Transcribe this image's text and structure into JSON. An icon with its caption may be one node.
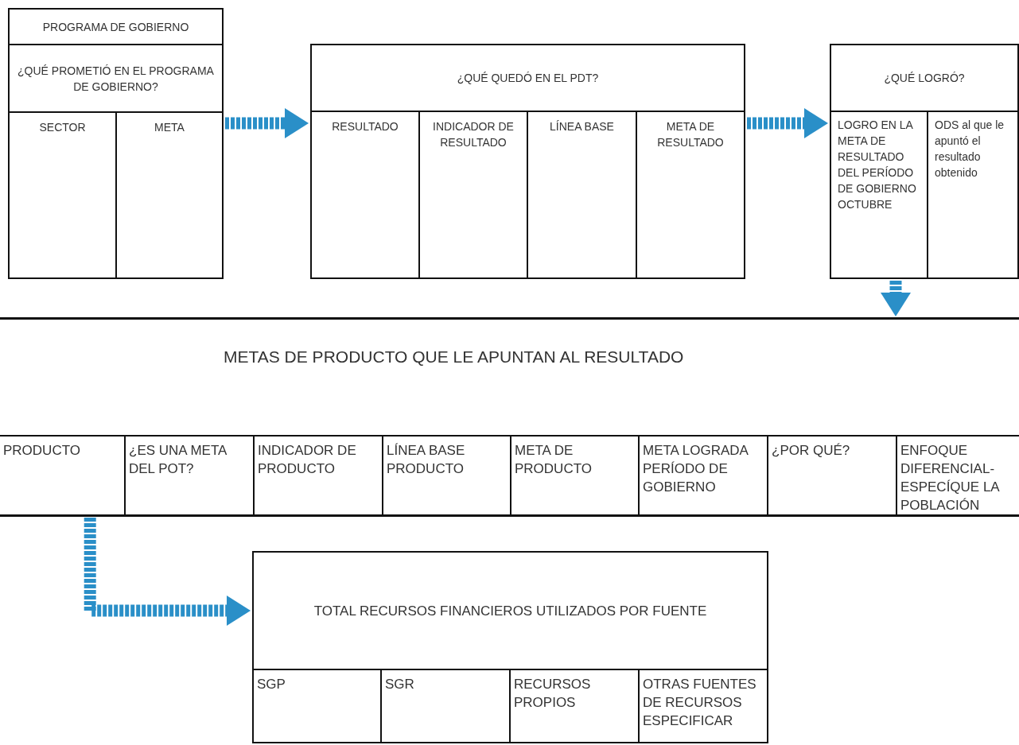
{
  "diagram": {
    "nodes": [
      {
        "text": [],
        "shape": "box"
      },
      {
        "text": [
          "PROGRAMA DE GOBIERNO"
        ],
        "in": 0
      },
      {
        "text": [
          "¿QUÉ PROMETIÓ EN EL PROGRAMA DE GOBIERNO?"
        ],
        "in": 0
      },
      {
        "text": [
          "SECTOR"
        ],
        "in": 0
      },
      {
        "text": [
          "META"
        ],
        "in": 0
      },
      {
        "text": [],
        "shape": "box"
      },
      {
        "text": [
          "¿QUÉ QUEDÓ EN EL PDT?"
        ],
        "in": 5
      },
      {
        "text": [
          "RESULTADO"
        ],
        "in": 5
      },
      {
        "text": [
          "INDICADOR DE RESULTADO"
        ],
        "in": 5
      },
      {
        "text": [
          "LÍNEA BASE"
        ],
        "in": 5
      },
      {
        "text": [
          "META DE RESULTADO"
        ],
        "in": 5
      },
      {
        "text": [],
        "shape": "box"
      },
      {
        "text": [
          "¿QUÉ LOGRÓ?"
        ],
        "in": 11
      },
      {
        "text": [
          "LOGRO EN LA META DE RESULTADO DEL PERÍODO DE GOBIERNO OCTUBRE"
        ],
        "in": 11
      },
      {
        "text": [
          "ODS al que le apuntó el resultado obtenido"
        ],
        "in": 11
      },
      {
        "text": [
          "METAS DE PRODUCTO QUE LE APUNTAN AL RESULTADO"
        ]
      },
      {
        "text": [
          "PRODUCTO"
        ],
        "in": 15
      },
      {
        "text": [
          "¿ES UNA META DEL POT?"
        ],
        "in": 15
      },
      {
        "text": [
          "INDICADOR DE PRODUCTO"
        ],
        "in": 15
      },
      {
        "text": [
          "LÍNEA BASE PRODUCTO"
        ],
        "in": 15
      },
      {
        "text": [
          "META DE PRODUCTO"
        ],
        "in": 15
      },
      {
        "text": [
          "META LOGRADA PERÍODO DE GOBIERNO"
        ],
        "in": 15
      },
      {
        "text": [
          "¿POR QUÉ?"
        ],
        "in": 15
      },
      {
        "text": [
          "ENFOQUE DIFERENCIAL- ESPECÍQUE LA POBLACIÓN"
        ],
        "in": 15
      },
      {
        "text": [],
        "shape": "box"
      },
      {
        "text": [
          "TOTAL RECURSOS FINANCIEROS UTILIZADOS POR FUENTE"
        ],
        "in": 24
      },
      {
        "text": [
          "SGP"
        ],
        "in": 24
      },
      {
        "text": [
          "SGR"
        ],
        "in": 24
      },
      {
        "text": [
          "RECURSOS PROPIOS"
        ],
        "in": 24
      },
      {
        "text": [
          "OTRAS FUENTES DE RECURSOS ESPECIFICAR"
        ],
        "in": 24
      }
    ],
    "edges": [
      {
        "from": 0,
        "to": 5,
        "arrow": "to"
      },
      {
        "from": 5,
        "to": 11,
        "arrow": "to"
      },
      {
        "from": 11,
        "to": 15,
        "arrow": "to"
      },
      {
        "from": 16,
        "to": 24,
        "arrow": "to"
      }
    ]
  }
}
